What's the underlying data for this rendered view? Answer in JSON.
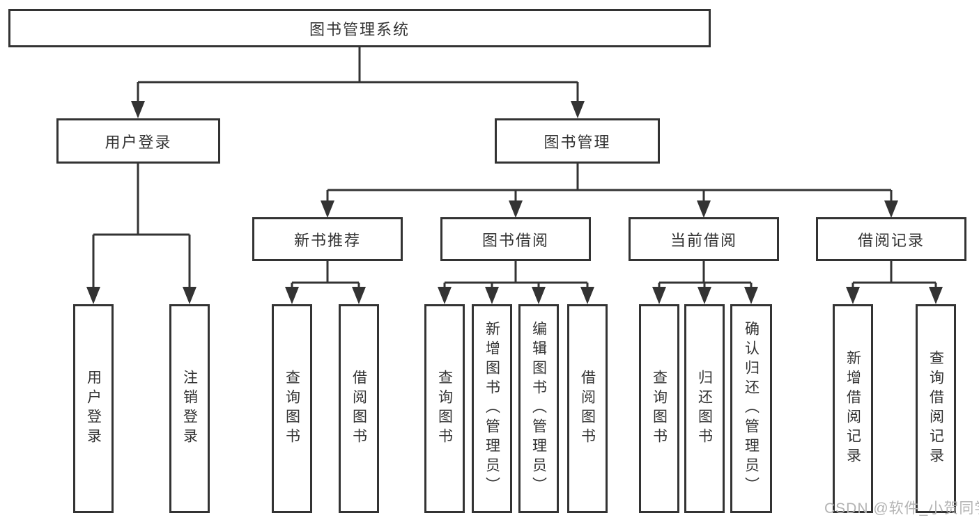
{
  "title": "图书管理系统",
  "level2": {
    "user_login": "用户登录",
    "book_management": "图书管理"
  },
  "level3": {
    "new_book": "新书推荐",
    "book_borrow": "图书借阅",
    "current_borrow": "当前借阅",
    "borrow_record": "借阅记录"
  },
  "leaves": {
    "user_login": [
      "用户登录",
      "注销登录"
    ],
    "new_book": [
      "查询图书",
      "借阅图书"
    ],
    "book_borrow": [
      "查询图书",
      "新增图书（管理员）",
      "编辑图书（管理员）",
      "借阅图书"
    ],
    "current_borrow": [
      "查询图书",
      "归还图书",
      "确认归还（管理员）"
    ],
    "borrow_record": [
      "新增借阅记录",
      "查询借阅记录"
    ]
  },
  "watermark": "CSDN @软件_小贺同学",
  "colors": {
    "line": "#333333",
    "text": "#333333",
    "watermark": "#b3b3b3",
    "background": "#ffffff"
  }
}
